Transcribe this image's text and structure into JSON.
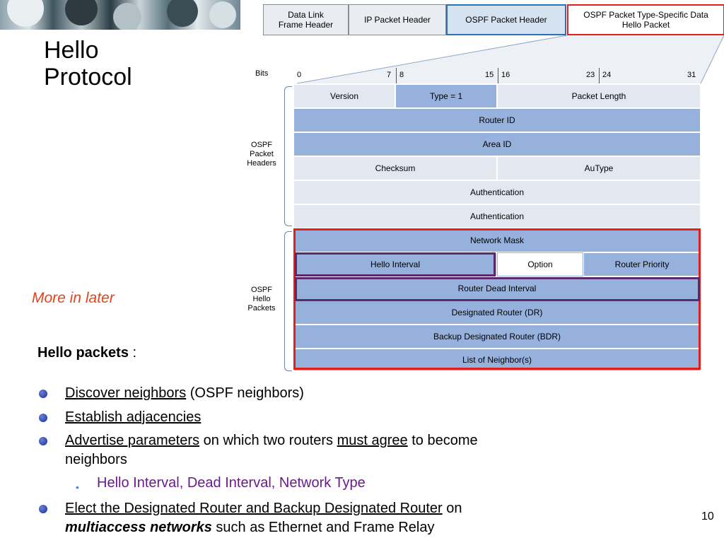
{
  "slide": {
    "title_line1": "Hello",
    "title_line2": "Protocol",
    "page_number": "10",
    "note": "More in later"
  },
  "encapsulation": {
    "datalink_line1": "Data Link",
    "datalink_line2": "Frame Header",
    "ip": "IP Packet Header",
    "ospf": "OSPF Packet Header",
    "type_line1": "OSPF Packet Type-Specific Data",
    "type_line2": "Hello Packet"
  },
  "ruler": {
    "label": "Bits",
    "marks": [
      "0",
      "7",
      "8",
      "15",
      "16",
      "23",
      "24",
      "31"
    ]
  },
  "headers_group": {
    "line1": "OSPF",
    "line2": "Packet",
    "line3": "Headers"
  },
  "hello_group": {
    "line1": "OSPF",
    "line2": "Hello",
    "line3": "Packets"
  },
  "fields": {
    "version": "Version",
    "type": "Type = 1",
    "packet_length": "Packet Length",
    "router_id": "Router ID",
    "area_id": "Area ID",
    "checksum": "Checksum",
    "autype": "AuType",
    "authentication1": "Authentication",
    "authentication2": "Authentication",
    "network_mask": "Network Mask",
    "hello_interval": "Hello Interval",
    "option": "Option",
    "router_priority": "Router Priority",
    "router_dead_interval": "Router Dead Interval",
    "dr": "Designated Router (DR)",
    "bdr": "Backup Designated Router (BDR)",
    "neighbors": "List of Neighbor(s)"
  },
  "hello_packets": {
    "heading": "Hello packets",
    "colon": " :",
    "b1_link": "Discover neighbors",
    "b1_rest": " (OSPF neighbors)",
    "b2_link": "Establish adjacencies",
    "b3_link1": "Advertise parameters",
    "b3_mid": " on which two routers ",
    "b3_link2": "must agree",
    "b3_rest": " to become",
    "b3_line2": "neighbors",
    "sub_bullet": "Hello Interval, Dead Interval, Network Type",
    "b4_link": "Elect the Designated Router and Backup Designated Router",
    "b4_rest": " on",
    "b4_line2_emph": "multiaccess networks",
    "b4_line2_rest": " such as Ethernet and Frame Relay"
  }
}
